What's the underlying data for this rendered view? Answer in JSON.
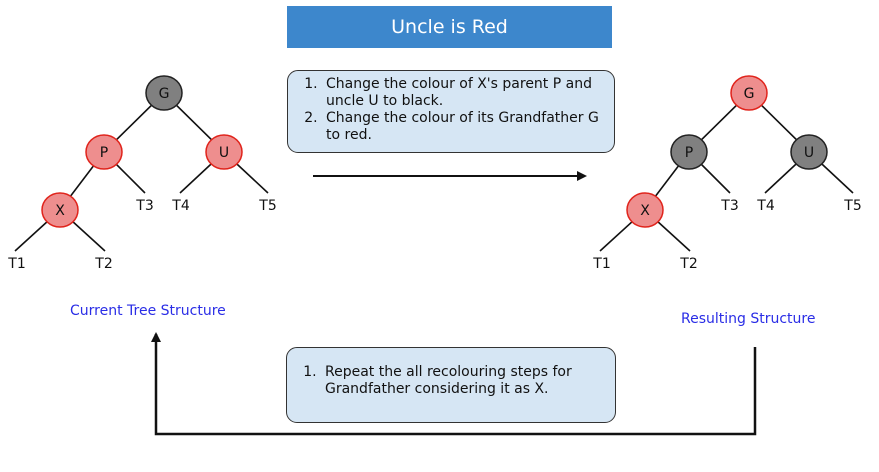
{
  "title": "Uncle is Red",
  "steps": [
    "Change the colour of X's parent P and uncle U to black.",
    "Change the colour of its Grandfather G to red."
  ],
  "repeat_steps": [
    "Repeat the all recolouring steps for Grandfather considering it as X."
  ],
  "captions": {
    "current": "Current Tree Structure",
    "result": "Resulting Structure"
  },
  "colors": {
    "red_node_fill": "#ee8e8e",
    "red_node_stroke": "#e0241c",
    "black_node_fill": "#808080",
    "black_node_stroke": "#222222",
    "title_bg": "#3d87cc",
    "caption_text": "#2a2de6"
  },
  "trees": {
    "current": {
      "nodes": [
        {
          "label": "G",
          "color": "black"
        },
        {
          "label": "P",
          "color": "red"
        },
        {
          "label": "U",
          "color": "red"
        },
        {
          "label": "X",
          "color": "red"
        }
      ],
      "subtrees": [
        "T1",
        "T2",
        "T3",
        "T4",
        "T5"
      ]
    },
    "result": {
      "nodes": [
        {
          "label": "G",
          "color": "red"
        },
        {
          "label": "P",
          "color": "black"
        },
        {
          "label": "U",
          "color": "black"
        },
        {
          "label": "X",
          "color": "red"
        }
      ],
      "subtrees": [
        "T1",
        "T2",
        "T3",
        "T4",
        "T5"
      ]
    }
  }
}
